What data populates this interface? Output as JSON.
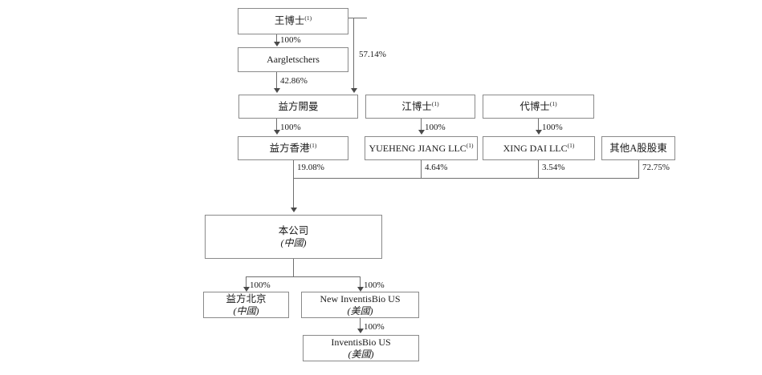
{
  "diagram": {
    "type": "org-ownership-chart",
    "title": "Shareholding structure chart",
    "colors": {
      "box_border": "#8a8a8a",
      "connector": "#6f6f6f",
      "arrow": "#4a4a4a",
      "background": "#ffffff",
      "text": "#1a1a1a"
    },
    "nodes": [
      {
        "id": "wang",
        "line1": "王博士",
        "sup": "(1)",
        "line2": ""
      },
      {
        "id": "aargletschers",
        "line1": "Aargletschers",
        "sup": "",
        "line2": ""
      },
      {
        "id": "yifang_cayman",
        "line1": "益方開曼",
        "sup": "",
        "line2": ""
      },
      {
        "id": "jiang",
        "line1": "江博士",
        "sup": "(1)",
        "line2": ""
      },
      {
        "id": "dai",
        "line1": "代博士",
        "sup": "(1)",
        "line2": ""
      },
      {
        "id": "yifang_hk",
        "line1": "益方香港",
        "sup": "(1)",
        "line2": ""
      },
      {
        "id": "yueheng",
        "line1": "YUEHENG JIANG LLC",
        "sup": "(1)",
        "line2": ""
      },
      {
        "id": "xingdai",
        "line1": "XING DAI LLC",
        "sup": "(1)",
        "line2": ""
      },
      {
        "id": "other_a",
        "line1": "其他A股股東",
        "sup": "",
        "line2": ""
      },
      {
        "id": "company",
        "line1": "本公司",
        "sup": "",
        "line2": "(中國)"
      },
      {
        "id": "yifang_bj",
        "line1": "益方北京",
        "sup": "",
        "line2": "(中國)"
      },
      {
        "id": "new_inventis",
        "line1": "New InventisBio US",
        "sup": "",
        "line2": "(美國)"
      },
      {
        "id": "inventis",
        "line1": "InventisBio US",
        "sup": "",
        "line2": "(美國)"
      }
    ],
    "edges": [
      {
        "from": "wang",
        "to": "aargletschers",
        "label": "100%"
      },
      {
        "from": "wang",
        "to": "yifang_cayman",
        "label": "57.14%"
      },
      {
        "from": "aargletschers",
        "to": "yifang_cayman",
        "label": "42.86%"
      },
      {
        "from": "yifang_cayman",
        "to": "yifang_hk",
        "label": "100%"
      },
      {
        "from": "jiang",
        "to": "yueheng",
        "label": "100%"
      },
      {
        "from": "dai",
        "to": "xingdai",
        "label": "100%"
      },
      {
        "from": "yifang_hk",
        "to": "company",
        "label": "19.08%"
      },
      {
        "from": "yueheng",
        "to": "company",
        "label": "4.64%"
      },
      {
        "from": "xingdai",
        "to": "company",
        "label": "3.54%"
      },
      {
        "from": "other_a",
        "to": "company",
        "label": "72.75%"
      },
      {
        "from": "company",
        "to": "yifang_bj",
        "label": "100%"
      },
      {
        "from": "company",
        "to": "new_inventis",
        "label": "100%"
      },
      {
        "from": "new_inventis",
        "to": "inventis",
        "label": "100%"
      }
    ],
    "percent_labels": {
      "wang_to_aargletschers": "100%",
      "wang_to_cayman": "57.14%",
      "aargletschers_to_cayman": "42.86%",
      "cayman_to_hk": "100%",
      "jiang_to_yueheng": "100%",
      "dai_to_xingdai": "100%",
      "hk_to_company": "19.08%",
      "yueheng_to_company": "4.64%",
      "xingdai_to_company": "3.54%",
      "other_to_company": "72.75%",
      "company_to_bj": "100%",
      "company_to_newinventis": "100%",
      "newinventis_to_inventis": "100%"
    }
  }
}
